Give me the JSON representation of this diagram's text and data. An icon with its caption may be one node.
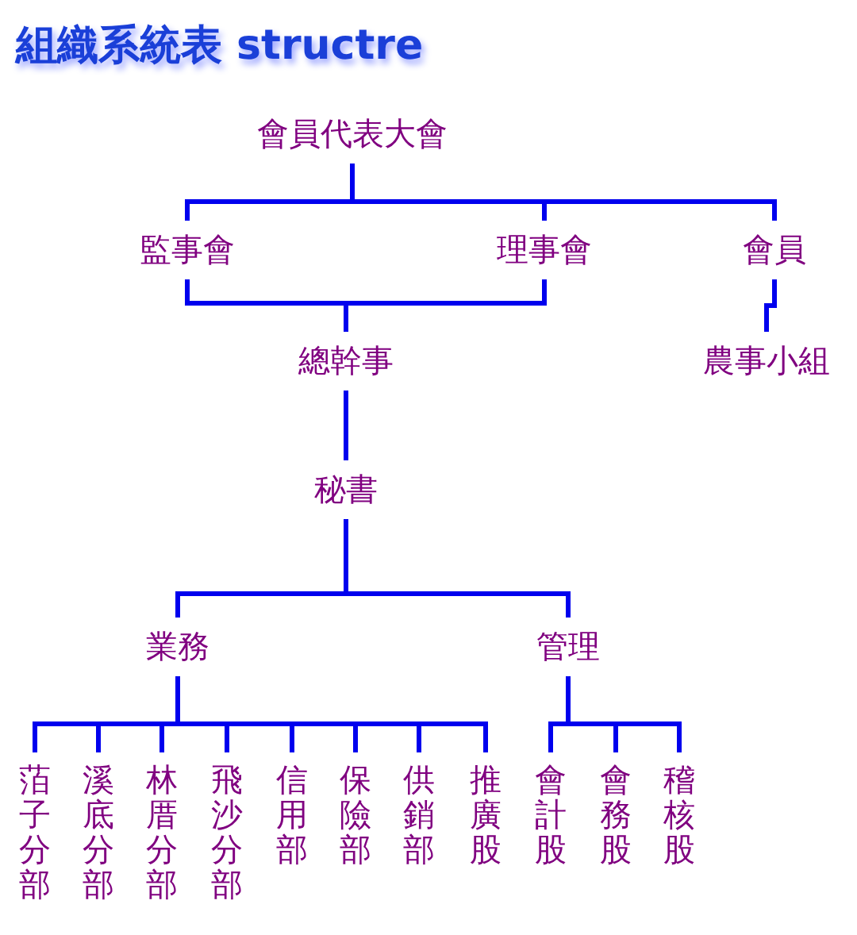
{
  "diagram": {
    "title": "組織系統表 structre",
    "nodes": [
      {
        "text": [
          "會員代表大會"
        ]
      },
      {
        "text": [
          "監事會"
        ]
      },
      {
        "text": [
          "理事會"
        ]
      },
      {
        "text": [
          "會員"
        ]
      },
      {
        "text": [
          "總幹事"
        ]
      },
      {
        "text": [
          "農事小組"
        ]
      },
      {
        "text": [
          "秘書"
        ]
      },
      {
        "text": [
          "業務"
        ]
      },
      {
        "text": [
          "管理"
        ]
      },
      {
        "text": [
          "萡子分部"
        ]
      },
      {
        "text": [
          "溪底分部"
        ]
      },
      {
        "text": [
          "林厝分部"
        ]
      },
      {
        "text": [
          "飛沙分部"
        ]
      },
      {
        "text": [
          "信用部"
        ]
      },
      {
        "text": [
          "保險部"
        ]
      },
      {
        "text": [
          "供銷部"
        ]
      },
      {
        "text": [
          "推廣股"
        ]
      },
      {
        "text": [
          "會計股"
        ]
      },
      {
        "text": [
          "會務股"
        ]
      },
      {
        "text": [
          "稽核股"
        ]
      }
    ],
    "edges": [
      {
        "from": 0,
        "to": 1,
        "arrow": "none"
      },
      {
        "from": 0,
        "to": 2,
        "arrow": "none"
      },
      {
        "from": 0,
        "to": 3,
        "arrow": "none"
      },
      {
        "from": 1,
        "to": 4,
        "arrow": "none"
      },
      {
        "from": 2,
        "to": 4,
        "arrow": "none"
      },
      {
        "from": 3,
        "to": 5,
        "arrow": "none"
      },
      {
        "from": 4,
        "to": 6,
        "arrow": "none"
      },
      {
        "from": 6,
        "to": 7,
        "arrow": "none"
      },
      {
        "from": 6,
        "to": 8,
        "arrow": "none"
      },
      {
        "from": 7,
        "to": 9,
        "arrow": "none"
      },
      {
        "from": 7,
        "to": 10,
        "arrow": "none"
      },
      {
        "from": 7,
        "to": 11,
        "arrow": "none"
      },
      {
        "from": 7,
        "to": 12,
        "arrow": "none"
      },
      {
        "from": 7,
        "to": 13,
        "arrow": "none"
      },
      {
        "from": 7,
        "to": 14,
        "arrow": "none"
      },
      {
        "from": 7,
        "to": 15,
        "arrow": "none"
      },
      {
        "from": 7,
        "to": 16,
        "arrow": "none"
      },
      {
        "from": 8,
        "to": 17,
        "arrow": "none"
      },
      {
        "from": 8,
        "to": 18,
        "arrow": "none"
      },
      {
        "from": 8,
        "to": 19,
        "arrow": "none"
      }
    ]
  }
}
